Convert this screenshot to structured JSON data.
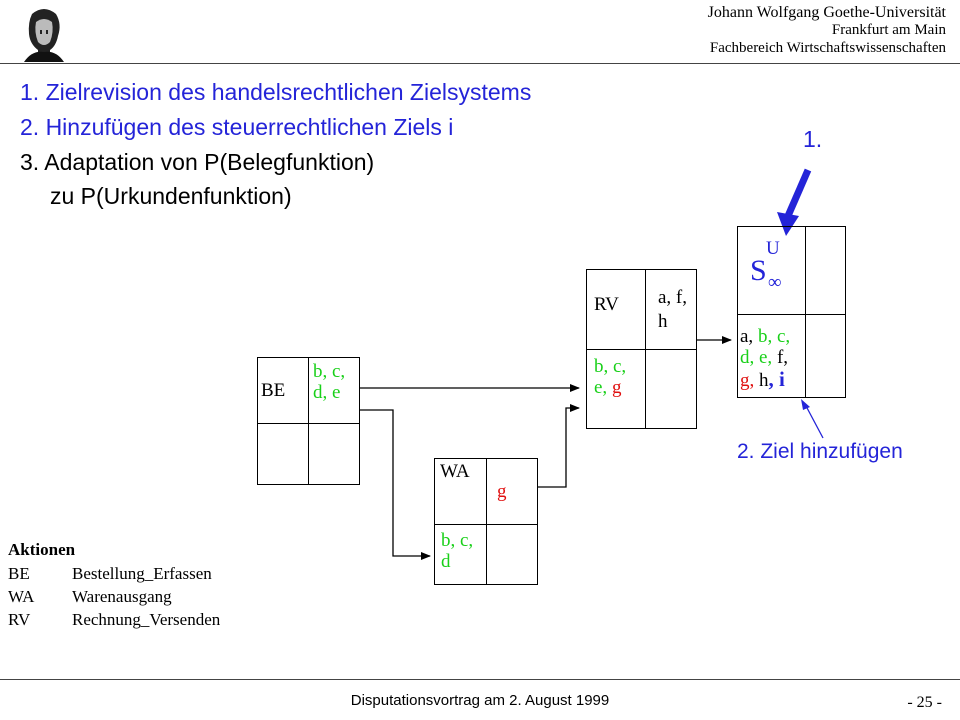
{
  "header": {
    "university": "Johann Wolfgang Goethe-Universität",
    "city": "Frankfurt am Main",
    "department": "Fachbereich Wirtschaftswissenschaften",
    "logo_icon": "goethe-portrait-icon"
  },
  "points": [
    {
      "text": "1. Zielrevision des handelsrechtlichen Zielsystems",
      "color": "#2424d8"
    },
    {
      "text": "2. Hinzufügen des steuerrechtlichen Ziels i",
      "color": "#2424d8"
    },
    {
      "text": "3. Adaptation von P(Belegfunktion)",
      "color": "#000000"
    },
    {
      "text": "zu P(Urkundenfunktion)",
      "color": "#000000"
    }
  ],
  "diagram": {
    "be": {
      "label": "BE",
      "line1": "b, c,",
      "line2": "d, e"
    },
    "wa": {
      "label": "WA",
      "top": "g",
      "line1": "b, c,",
      "line2": "d"
    },
    "rv": {
      "label": "RV",
      "top1": "a, f,",
      "top2": "h",
      "line1": "b, c,",
      "line2a": "e, ",
      "line2b": "g"
    },
    "s": {
      "symbol": "S",
      "sub": "∞",
      "sup": "U",
      "r1a": "a, ",
      "r1b": "b, c,",
      "r2a": "d, e, ",
      "r2b": "f,",
      "r3a": "g, ",
      "r3b": "h",
      "r3c": ", i"
    },
    "annotation1": "1.",
    "annotation2": "2. Ziel hinzufügen"
  },
  "legend": {
    "title": "Aktionen",
    "rows": [
      {
        "abbr": "BE",
        "name": "Bestellung_Erfassen"
      },
      {
        "abbr": "WA",
        "name": "Warenausgang"
      },
      {
        "abbr": "RV",
        "name": "Rechnung_Versenden"
      }
    ]
  },
  "footer": {
    "text": "Disputationsvortrag am 2. August 1999",
    "page": "- 25 -"
  },
  "colors": {
    "blue": "#2424d8",
    "green": "#19d019",
    "red": "#e01010"
  }
}
